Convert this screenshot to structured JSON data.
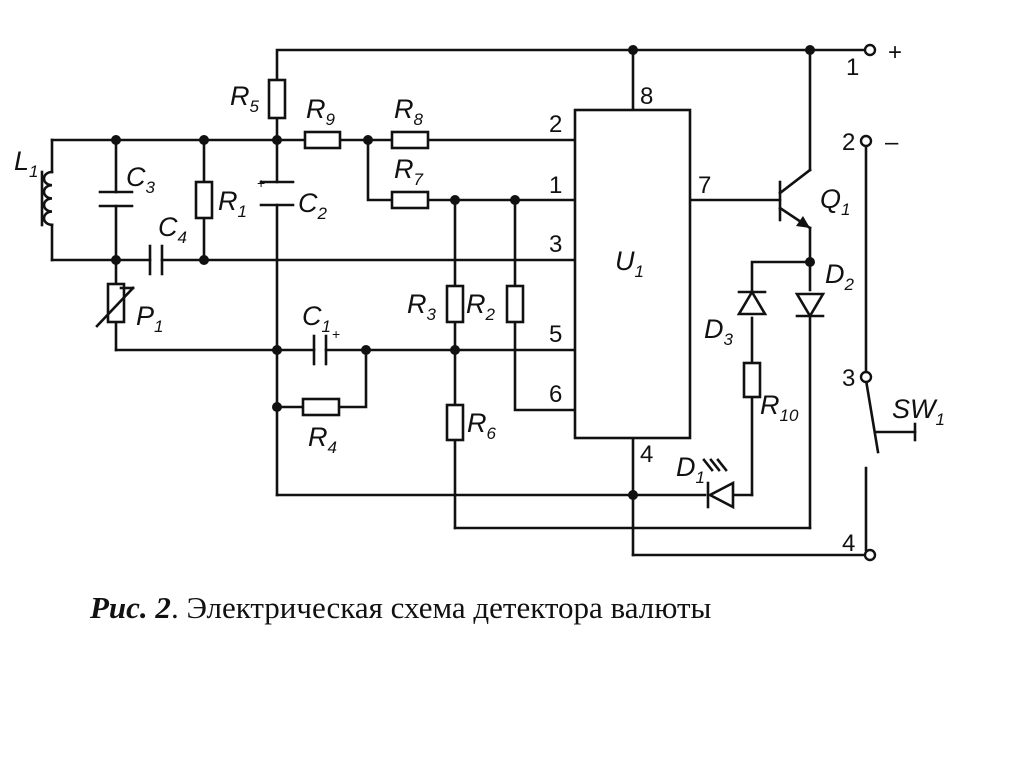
{
  "diagram": {
    "labels": {
      "L1": "L",
      "C3": "C",
      "C4": "C",
      "R1": "R",
      "R5": "R",
      "C2": "C",
      "R9": "R",
      "R8": "R",
      "R7": "R",
      "P1": "P",
      "C1": "C",
      "R4": "R",
      "R3": "R",
      "R2": "R",
      "R6": "R",
      "U1": "U",
      "Q1": "Q",
      "D2": "D",
      "D3": "D",
      "R10": "R",
      "D1": "D",
      "SW1": "SW"
    },
    "subscripts": {
      "L1": "1",
      "C3": "3",
      "C4": "4",
      "R1": "1",
      "R5": "5",
      "C2": "2",
      "R9": "9",
      "R8": "8",
      "R7": "7",
      "P1": "1",
      "C1": "1",
      "R4": "4",
      "R3": "3",
      "R2": "2",
      "R6": "6",
      "U1": "1",
      "Q1": "1",
      "D2": "2",
      "D3": "3",
      "R10": "10",
      "D1": "1",
      "SW1": "1"
    },
    "pins": {
      "p1": "1",
      "p2": "2",
      "p3": "3",
      "p4": "4",
      "p5": "5",
      "p6": "6",
      "p7": "7",
      "p8": "8"
    },
    "terminals": {
      "t1": "1",
      "t2": "2",
      "t3": "3",
      "t4": "4",
      "plus": "+",
      "minus": "–"
    },
    "polarity": "+"
  },
  "caption": {
    "figure": "Рис. 2",
    "text": ". Электрическая схема детектора валюты"
  }
}
